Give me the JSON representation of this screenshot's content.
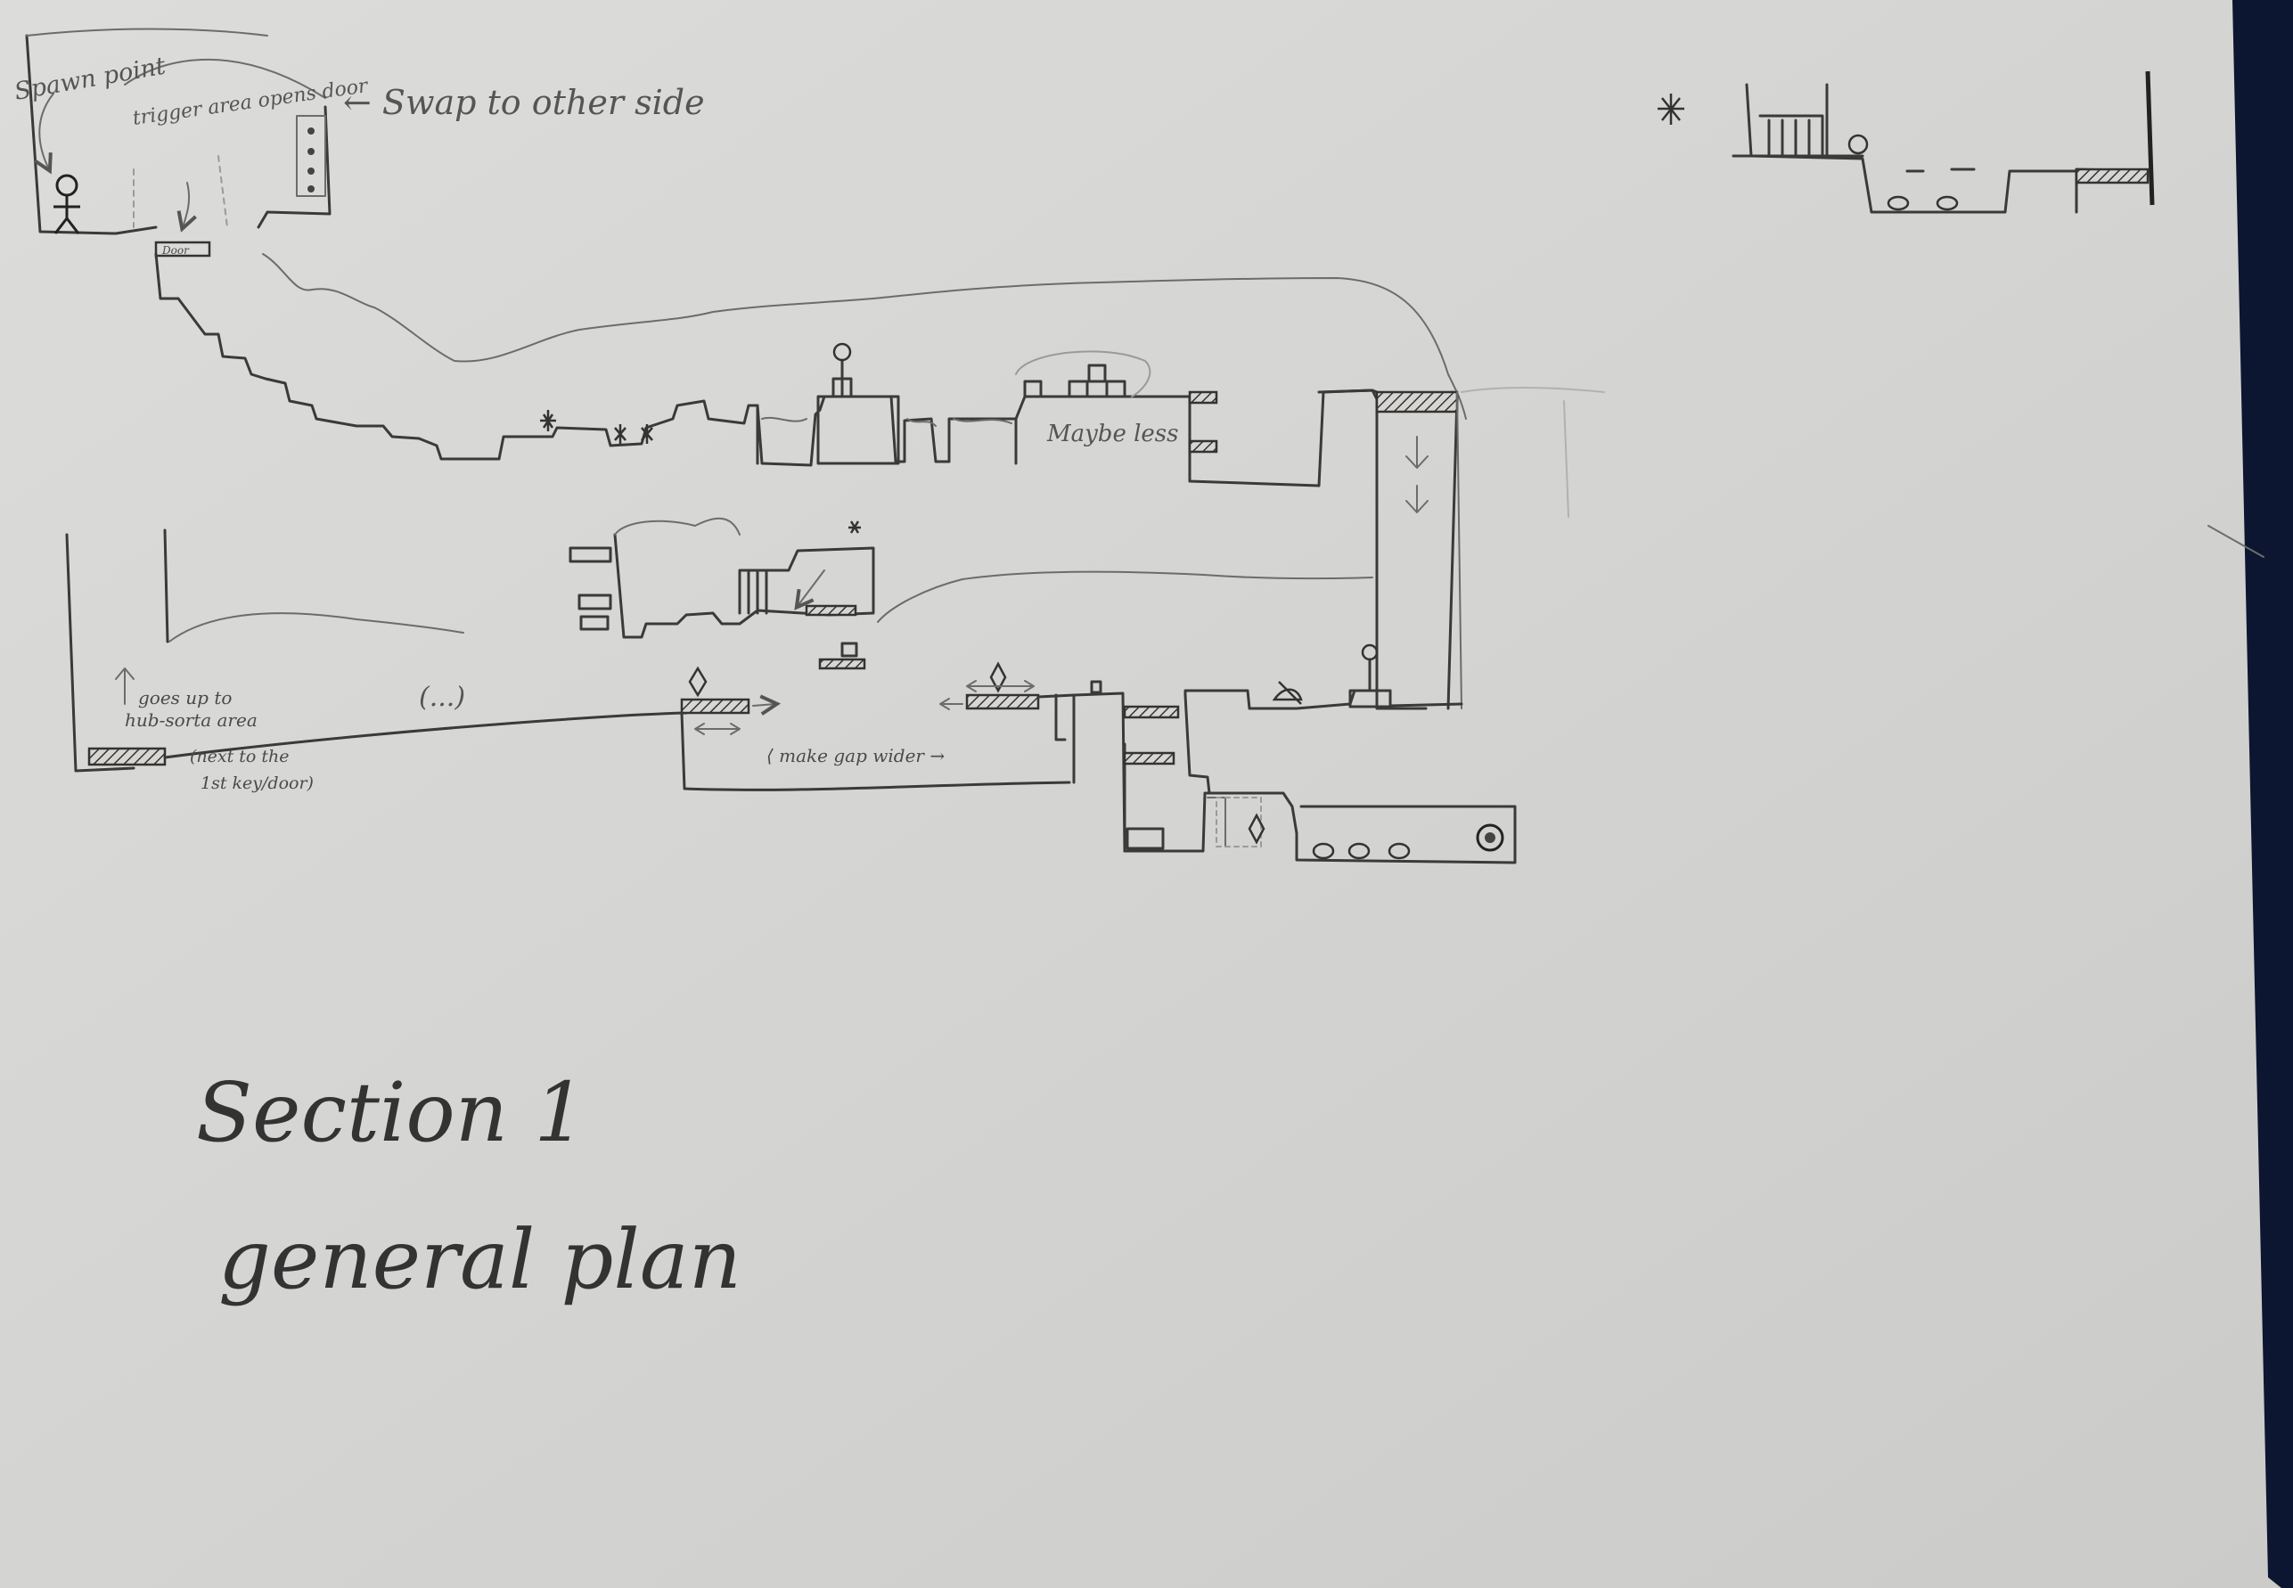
{
  "notes": {
    "spawn_point": "Spawn point",
    "trigger_area": "trigger area opens door",
    "door_label": "Door",
    "swap": "← Swap to other side",
    "maybe_less": "Maybe less",
    "goes_up_to": "goes up to",
    "hub_sorta_area": "hub-sorta area",
    "next_to_the": "(next to the",
    "key_door": "1st key/door)",
    "ellipsis": "(...)",
    "make_gap_wider": "⟨ make gap wider →"
  },
  "title": {
    "line1": "Section 1",
    "line2": "general plan"
  },
  "icons": [
    "star-icon",
    "stick-figure-icon",
    "diamond-icon",
    "arrow-icon",
    "crate-icon",
    "lever-icon",
    "spiral-icon"
  ]
}
